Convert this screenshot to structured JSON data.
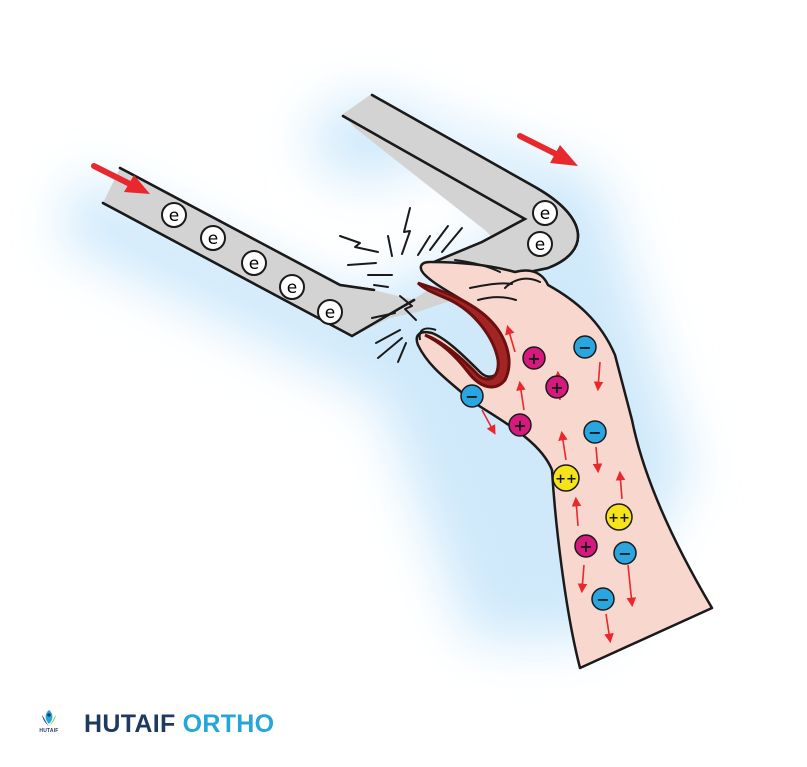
{
  "diagram": {
    "electron_label": "e",
    "positive_label": "+",
    "negative_label": "−",
    "double_positive_label": "++"
  },
  "brand": {
    "logo_text": "HUTAIF",
    "name_part1": "HUTAIF",
    "name_part2": "ORTHO"
  },
  "colors": {
    "background": "#ffffff",
    "glow": "#cfe9fb",
    "wire_fill": "#d3d3d3",
    "arrow_red": "#e8282d",
    "skin": "#f8d7cf",
    "burn": "#8e1a1a",
    "ion_positive": "#d6197c",
    "ion_negative": "#29a6e0",
    "ion_double_positive": "#f6e31a",
    "brand_dark": "#1f3a5f",
    "brand_light": "#25a6d9"
  },
  "icons": {
    "current_direction": "arrow-right-icon",
    "spark": "lightning-bolt-icon",
    "logo": "hutaif-logo-icon"
  }
}
